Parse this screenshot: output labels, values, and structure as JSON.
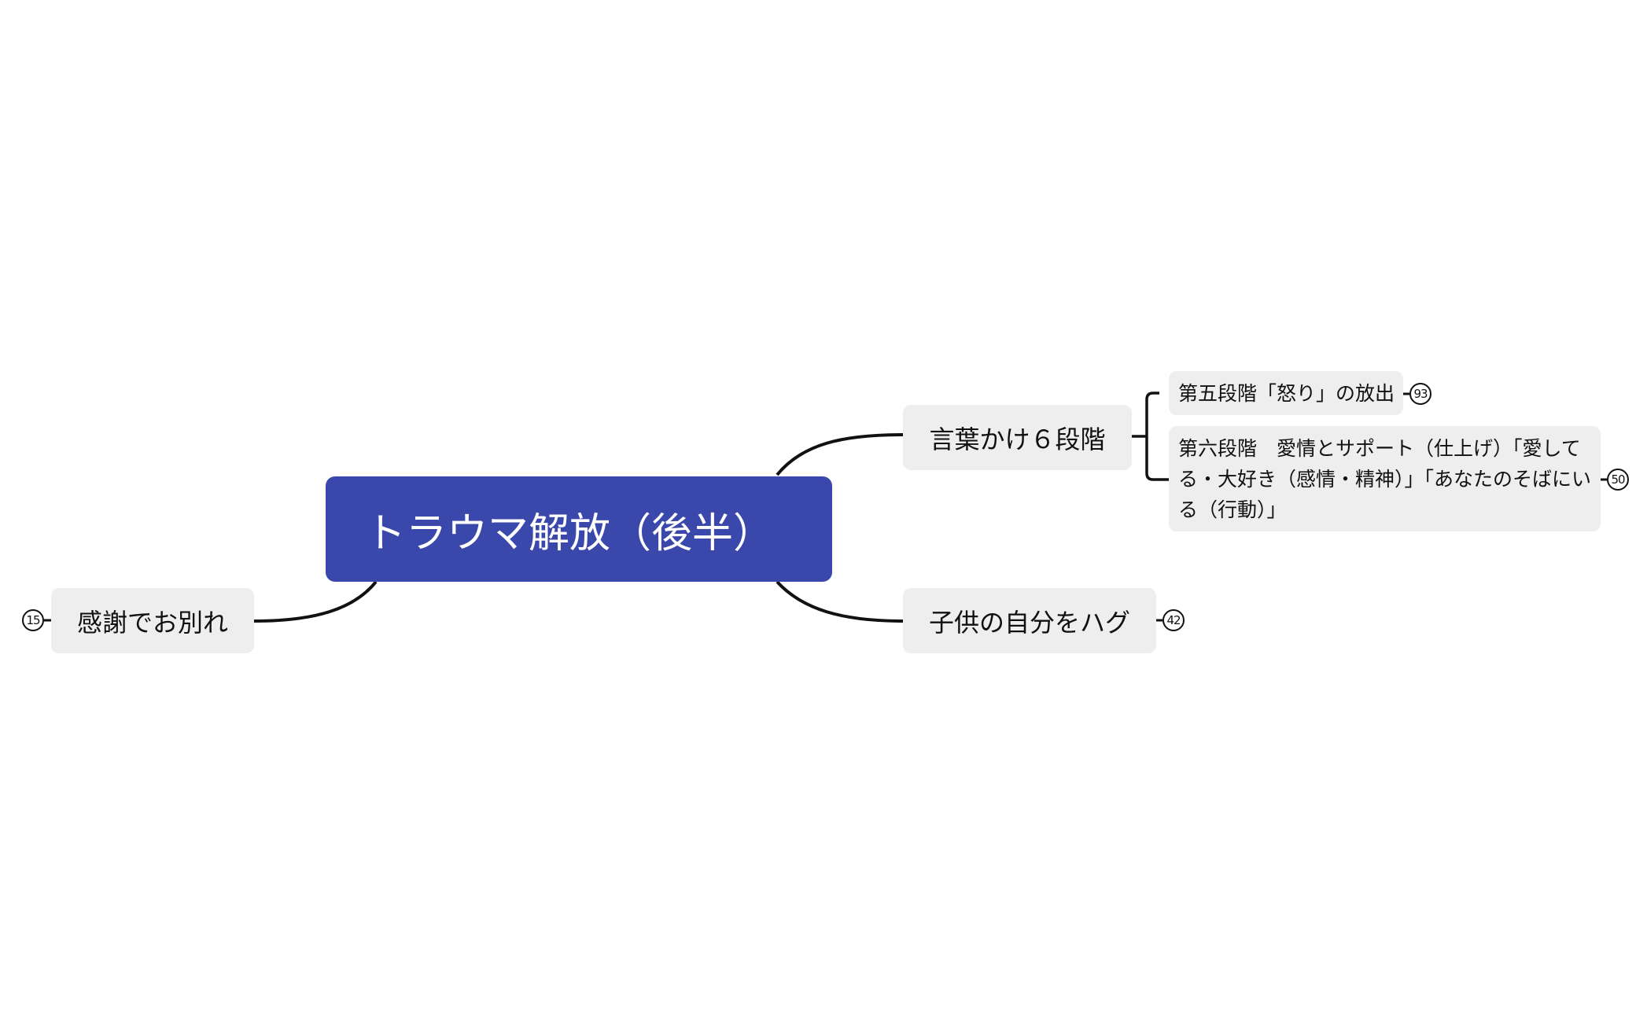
{
  "mindmap": {
    "root": {
      "label": "トラウマ解放（後半）"
    },
    "branches": [
      {
        "label": "言葉かけ６段階",
        "children": [
          {
            "label": "第五段階「怒り」の放出",
            "badge": "93"
          },
          {
            "label": "第六段階　愛情とサポート（仕上げ）「愛してる・大好き（感情・精神）」「あなたのそばにいる（行動）」",
            "badge": "50"
          }
        ]
      },
      {
        "label": "子供の自分をハグ",
        "badge": "42"
      },
      {
        "label": "感謝でお別れ",
        "badge": "15"
      }
    ],
    "colors": {
      "root_fill": "#3b48ab",
      "node_fill": "#eeeeee",
      "connector": "#111111"
    }
  }
}
